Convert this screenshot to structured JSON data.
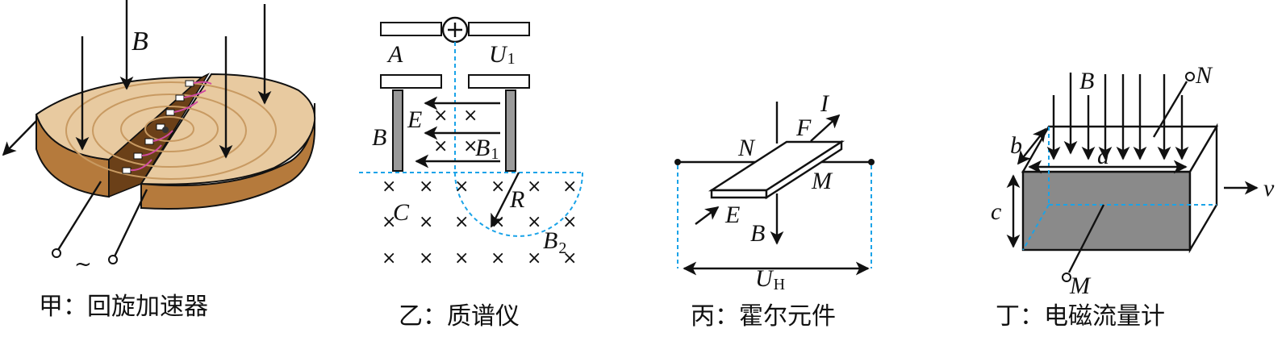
{
  "panels": {
    "cyclotron": {
      "field_label": "B",
      "ac_symbol": "~",
      "caption": "甲：回旋加速器"
    },
    "mass_spectrometer": {
      "label_A": "A",
      "label_U": "U",
      "label_U_sub": "1",
      "label_B_plate": "B",
      "label_E": "E",
      "label_B1": "B",
      "label_B1_sub": "1",
      "label_R": "R",
      "label_C": "C",
      "label_B2": "B",
      "label_B2_sub": "2",
      "caption": "乙：质谱仪"
    },
    "hall_element": {
      "label_I": "I",
      "label_F": "F",
      "label_N": "N",
      "label_M": "M",
      "label_E": "E",
      "label_B": "B",
      "label_UH": "U",
      "label_UH_sub": "H",
      "caption": "丙：霍尔元件"
    },
    "flowmeter": {
      "label_B": "B",
      "label_N": "N",
      "label_b": "b",
      "label_a": "a",
      "label_c": "c",
      "label_v": "v",
      "label_M": "M",
      "caption": "丁：电磁流量计"
    }
  },
  "colors": {
    "wood_top": "#e8caa0",
    "wood_side": "#b57a3c",
    "wood_dark": "#6b4018",
    "dashed_blue": "#1aa3e8",
    "magenta_wire": "#d04aa0",
    "pipe_face": "#8a8a8a",
    "ink": "#111111"
  }
}
